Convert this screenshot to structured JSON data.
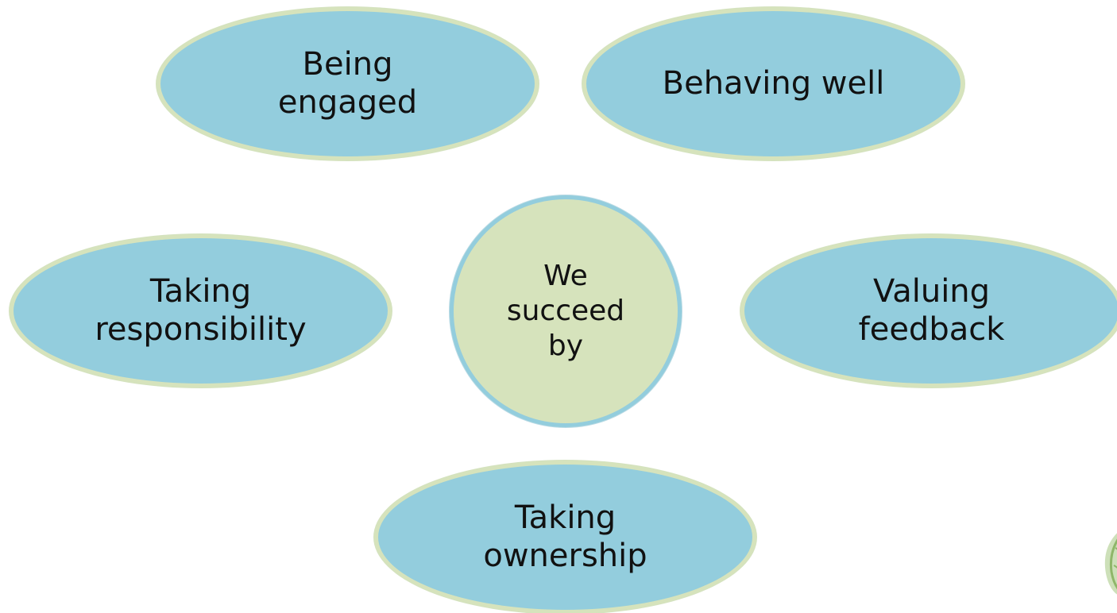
{
  "diagram": {
    "center": {
      "label": "We succeed by"
    },
    "nodes": [
      {
        "id": "being-engaged",
        "label": "Being engaged"
      },
      {
        "id": "behaving-well",
        "label": "Behaving well"
      },
      {
        "id": "taking-responsibility",
        "label": "Taking responsibility"
      },
      {
        "id": "valuing-feedback",
        "label": "Valuing feedback"
      },
      {
        "id": "taking-ownership",
        "label": "Taking ownership"
      }
    ]
  },
  "colors": {
    "ellipse_fill": "#93cddd",
    "ellipse_border": "#d6e3bc",
    "center_fill": "#d6e3bc",
    "center_border": "#93cddd",
    "text": "#111111",
    "background": "#ffffff"
  }
}
